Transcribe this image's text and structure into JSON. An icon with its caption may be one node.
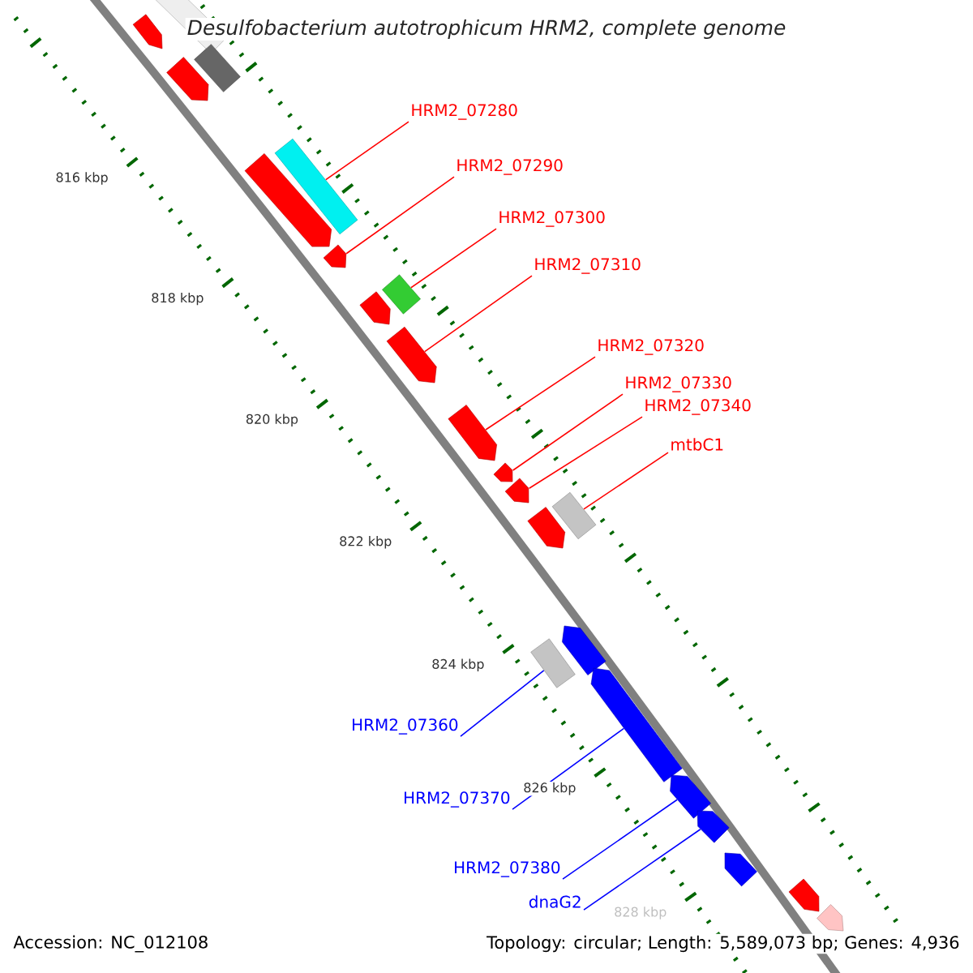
{
  "diagram": {
    "title": "Desulfobacterium autotrophicum HRM2, complete genome",
    "nodes": [
      {
        "text": [
          "HRM2_07280"
        ]
      },
      {
        "text": [
          "HRM2_07290"
        ]
      },
      {
        "text": [
          "HRM2_07300"
        ]
      },
      {
        "text": [
          "HRM2_07310"
        ]
      },
      {
        "text": [
          "HRM2_07320"
        ]
      },
      {
        "text": [
          "HRM2_07330"
        ]
      },
      {
        "text": [
          "HRM2_07340"
        ]
      },
      {
        "text": [
          "mtbC1"
        ]
      },
      {
        "text": [
          "HRM2_07360"
        ]
      },
      {
        "text": [
          "HRM2_07370"
        ]
      },
      {
        "text": [
          "HRM2_07380"
        ]
      },
      {
        "text": [
          "dnaG2"
        ]
      },
      {
        "text": [],
        "shape": "pentagon"
      },
      {
        "text": [],
        "shape": "box"
      },
      {
        "text": [],
        "shape": "box"
      },
      {
        "text": [],
        "shape": "pentagon"
      },
      {
        "text": [],
        "shape": "box"
      },
      {
        "text": [],
        "shape": "pentagon"
      },
      {
        "text": [],
        "shape": "pentagon"
      },
      {
        "text": [],
        "shape": "box"
      },
      {
        "text": [],
        "shape": "pentagon"
      },
      {
        "text": [],
        "shape": "pentagon"
      },
      {
        "text": [],
        "shape": "pentagon"
      },
      {
        "text": [],
        "shape": "pentagon"
      },
      {
        "text": [],
        "shape": "pentagon"
      },
      {
        "text": [],
        "shape": "box"
      },
      {
        "text": [],
        "shape": "pentagon"
      },
      {
        "text": [],
        "shape": "pentagon"
      },
      {
        "text": [],
        "shape": "box"
      },
      {
        "text": [],
        "shape": "pentagon"
      },
      {
        "text": [],
        "shape": "pentagon"
      },
      {
        "text": [],
        "shape": "pentagon"
      },
      {
        "text": [],
        "shape": "pentagon"
      },
      {
        "text": [],
        "shape": "pentagon"
      },
      {
        "text": [],
        "shape": "pentagon"
      }
    ],
    "edges": [
      {
        "from": 0,
        "to": 16,
        "arrow": "none"
      },
      {
        "from": 1,
        "to": 18,
        "arrow": "none"
      },
      {
        "from": 2,
        "to": 19,
        "arrow": "none"
      },
      {
        "from": 3,
        "to": 21,
        "arrow": "none"
      },
      {
        "from": 4,
        "to": 22,
        "arrow": "none"
      },
      {
        "from": 5,
        "to": 23,
        "arrow": "none"
      },
      {
        "from": 6,
        "to": 24,
        "arrow": "none"
      },
      {
        "from": 7,
        "to": 25,
        "arrow": "none"
      },
      {
        "from": 8,
        "to": 28,
        "arrow": "none",
        "color": "#0000ff"
      },
      {
        "from": 9,
        "to": 29,
        "arrow": "none",
        "color": "#0000ff"
      },
      {
        "from": 10,
        "to": 30,
        "arrow": "none",
        "color": "#0000ff"
      },
      {
        "from": 11,
        "to": 31,
        "arrow": "none",
        "color": "#0000ff"
      }
    ],
    "labels": [
      "816 kbp",
      "818 kbp",
      "820 kbp",
      "822 kbp",
      "824 kbp",
      "826 kbp",
      "828 kbp",
      "Accession: NC_012108",
      "Topology: circular; Length: 5,589,073 bp; Genes: 4,936"
    ]
  }
}
